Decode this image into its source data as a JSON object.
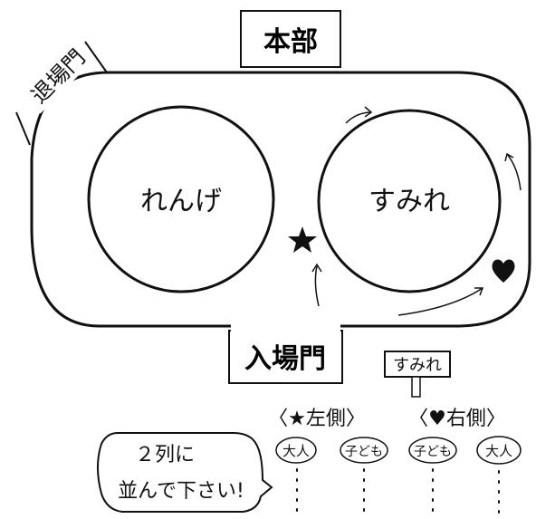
{
  "labels": {
    "headquarters": "本部",
    "exit_gate": "退場門",
    "entrance_gate": "入場門",
    "circle_left": "れんげ",
    "circle_right": "すみれ",
    "sign": "すみれ",
    "left_side": "〈★左側〉",
    "right_side": "〈♥右側〉",
    "speech_line1": "２列に",
    "speech_line2": "並んで下さい!",
    "adult_left": "大人",
    "child_left": "子ども",
    "child_right": "子ども",
    "adult_right": "大人"
  },
  "markers": {
    "star_icon": "star-icon",
    "heart_icon": "heart-icon"
  },
  "colors": {
    "ink": "#111111",
    "background": "#ffffff"
  }
}
